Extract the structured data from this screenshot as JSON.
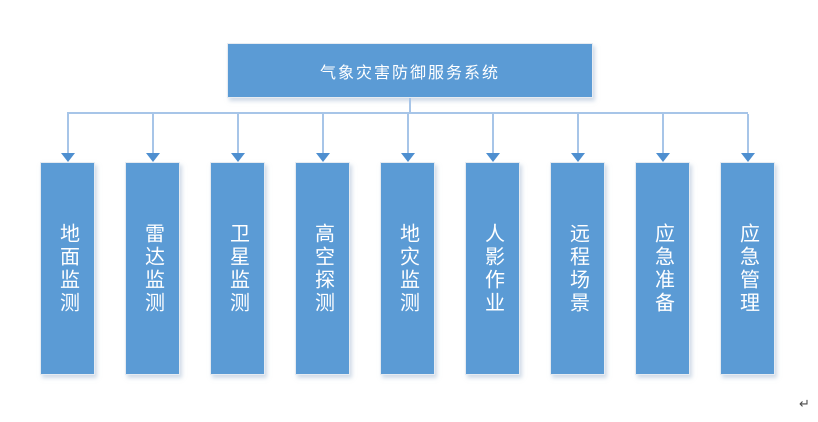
{
  "diagram": {
    "root": {
      "label": "气象灾害防御服务系统"
    },
    "branches": [
      {
        "label": "地面监测"
      },
      {
        "label": "雷达监测"
      },
      {
        "label": "卫星监测"
      },
      {
        "label": "高空探测"
      },
      {
        "label": "地灾监测"
      },
      {
        "label": "人影作业"
      },
      {
        "label": "远程场景"
      },
      {
        "label": "应急准备"
      },
      {
        "label": "应急管理"
      }
    ]
  },
  "colors": {
    "box_fill": "#5B9BD5",
    "connector_line": "#A7C5E8",
    "arrowhead": "#4E8FD0",
    "box_text": "#FFFFFF"
  },
  "page": {
    "paragraph_mark": "↵"
  }
}
